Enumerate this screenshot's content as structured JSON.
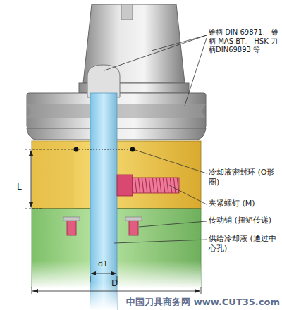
{
  "diagram": {
    "labels": [
      "锥柄 DIN 69871、 锥柄 MAS BT、 HSK 刀柄DIN69893 等",
      "冷却液密封环 (O形圈)",
      "夹紧螺钉 (M)",
      "传动销 (扭矩传递)",
      "供给冷却液 (通过中心孔)",
      "L",
      "d1",
      "D",
      "中国刀具商务网 www.CUT35.com"
    ]
  }
}
